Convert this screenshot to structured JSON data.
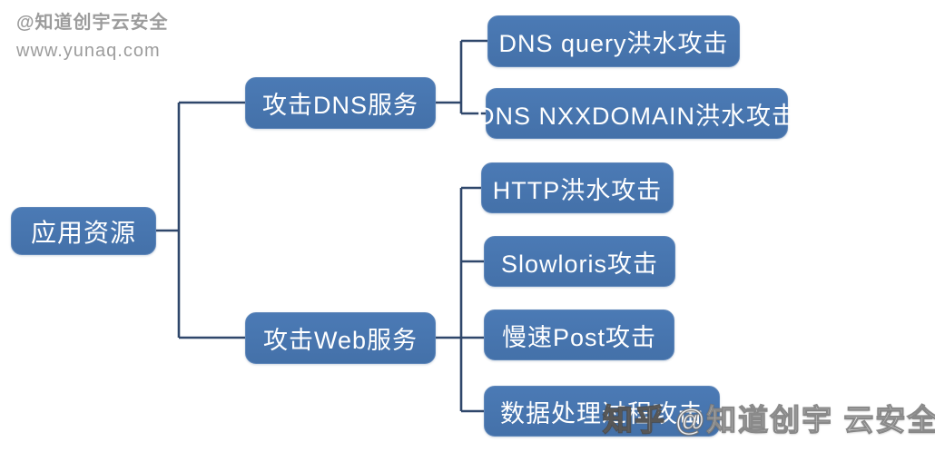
{
  "watermarks": {
    "top": {
      "line1": "@知道创宇云安全",
      "line2": "www.yunaq.com"
    },
    "bottom": {
      "logo": "知乎",
      "text": "@知道创宇 云安全"
    }
  },
  "colors": {
    "node_fill": "#4573AD",
    "node_border": "#5E86B9",
    "connector": "#2F476B",
    "watermark_gray": "#9C9C9C",
    "node_text": "#FFFFFF"
  },
  "tree": {
    "root": {
      "label": "应用资源"
    },
    "branches": [
      {
        "label": "攻击DNS服务",
        "children": [
          {
            "label": "DNS query洪水攻击"
          },
          {
            "label": "DNS NXXDOMAIN洪水攻击"
          }
        ]
      },
      {
        "label": "攻击Web服务",
        "children": [
          {
            "label": "HTTP洪水攻击"
          },
          {
            "label": "Slowloris攻击"
          },
          {
            "label": "慢速Post攻击"
          },
          {
            "label": "数据处理过程攻击"
          }
        ]
      }
    ]
  }
}
